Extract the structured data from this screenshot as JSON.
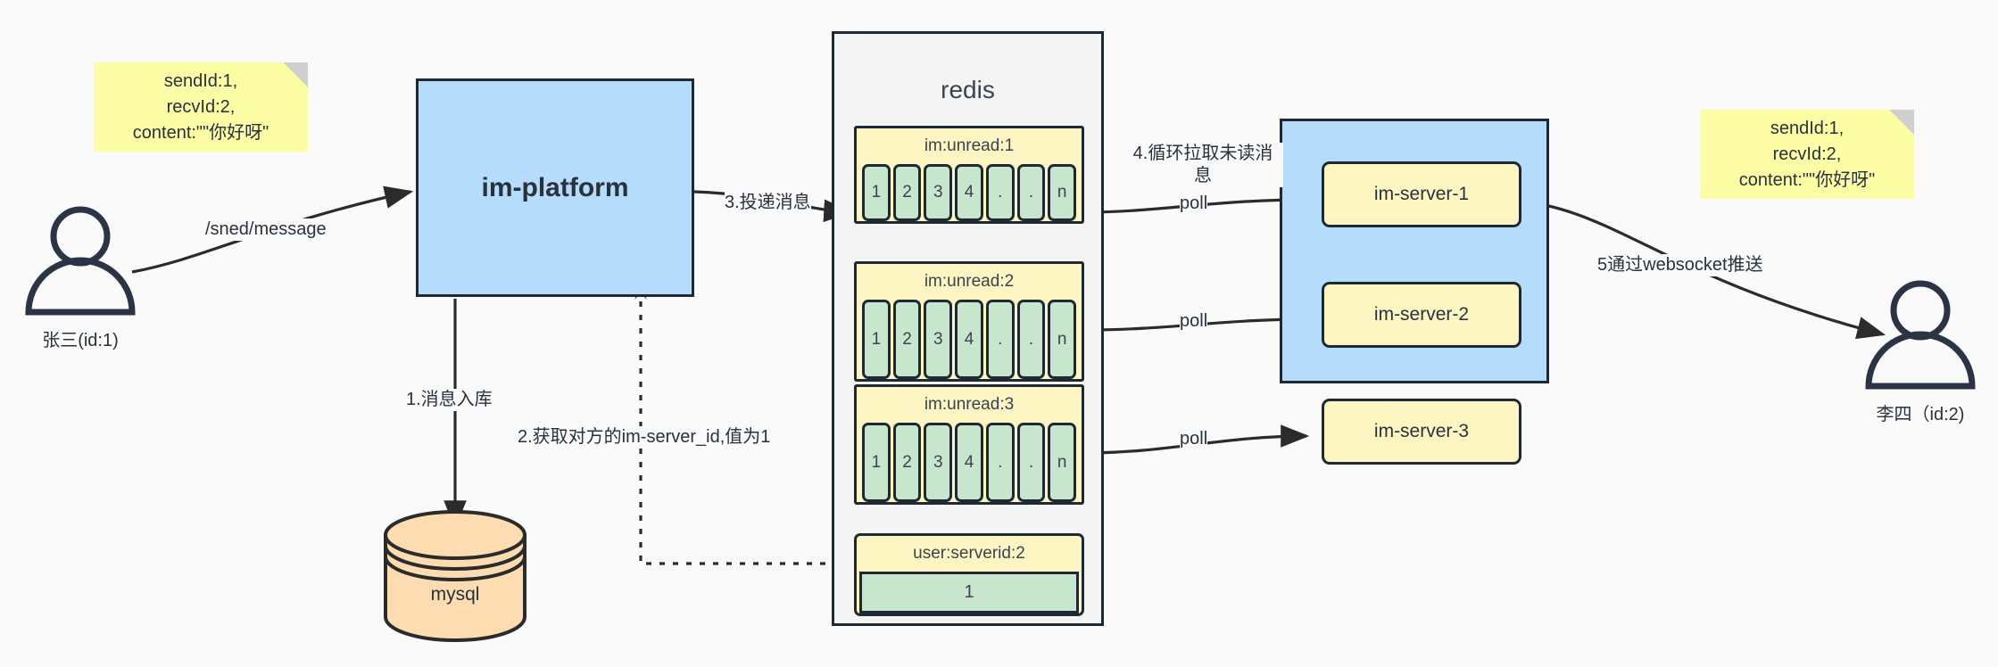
{
  "diagram": {
    "notes": [
      {
        "id": "note-left",
        "text": "sendId:1,\nrecvId:2,\ncontent:\"\"你好呀\""
      },
      {
        "id": "note-right",
        "text": "sendId:1,\nrecvId:2,\ncontent:\"\"你好呀\""
      }
    ],
    "actors": [
      {
        "id": "actor-sender",
        "label": "张三(id:1)"
      },
      {
        "id": "actor-receiver",
        "label": "李四（id:2)"
      }
    ],
    "platform": {
      "label": "im-platform"
    },
    "database": {
      "label": "mysql"
    },
    "redis": {
      "title": "redis",
      "keys": [
        {
          "name": "im:unread:1",
          "cells": [
            "1",
            "2",
            "3",
            "4",
            ".",
            ".",
            "n"
          ]
        },
        {
          "name": "im:unread:2",
          "cells": [
            "1",
            "2",
            "3",
            "4",
            ".",
            ".",
            "n"
          ]
        },
        {
          "name": "im:unread:3",
          "cells": [
            "1",
            "2",
            "3",
            "4",
            ".",
            ".",
            "n"
          ]
        }
      ],
      "kv": {
        "name": "user:serverid:2",
        "value": "1"
      }
    },
    "cluster": {
      "servers": [
        {
          "label": "im-server-1"
        },
        {
          "label": "im-server-2"
        },
        {
          "label": "im-server-3"
        }
      ]
    },
    "edges": [
      {
        "id": "edge-send-message",
        "label": "/sned/message"
      },
      {
        "id": "edge-store-message",
        "label": "1.消息入库"
      },
      {
        "id": "edge-get-serverid",
        "label": "2.获取对方的im-server_id,值为1"
      },
      {
        "id": "edge-deliver-message",
        "label": "3.投递消息"
      },
      {
        "id": "edge-poll-unread",
        "label": "4.循环拉取未读消\n息"
      },
      {
        "id": "edge-poll-1",
        "label": "poll"
      },
      {
        "id": "edge-poll-2",
        "label": "poll"
      },
      {
        "id": "edge-poll-3",
        "label": "poll"
      },
      {
        "id": "edge-websocket-push",
        "label": "5通过websocket推送"
      }
    ],
    "colors": {
      "note": "#fdfda5",
      "blue": "#b5dcfb",
      "yellow": "#fdf6c3",
      "green": "#c8e6cd",
      "orange": "#fcdcb0",
      "stroke": "#1f2933",
      "background": "#fafafa"
    }
  }
}
